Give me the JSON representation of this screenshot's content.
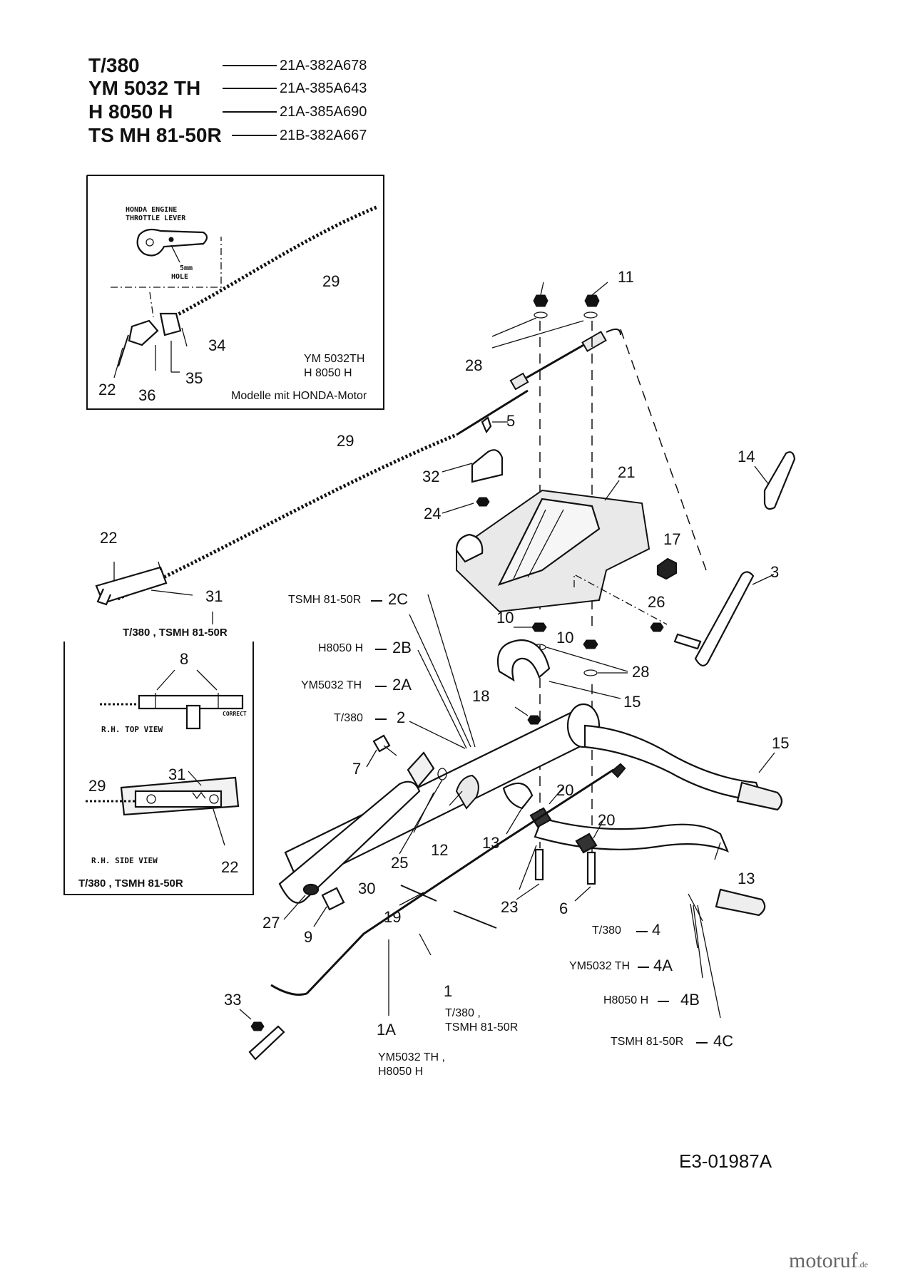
{
  "header": {
    "models": [
      {
        "model": "T/380",
        "part": "21A-382A678"
      },
      {
        "model": "YM 5032 TH",
        "part": "21A-385A643"
      },
      {
        "model": "H 8050 H",
        "part": "21A-385A690"
      },
      {
        "model": "TS MH 81-50R",
        "part": "21B-382A667"
      }
    ]
  },
  "inset_honda": {
    "micro_labels": [
      "HONDA ENGINE",
      "THROTTLE LEVER",
      "5mm",
      "HOLE"
    ],
    "models": [
      "YM 5032TH",
      "H 8050 H"
    ],
    "caption": "Modelle mit HONDA-Motor",
    "callouts": [
      "29",
      "34",
      "35",
      "36",
      "22"
    ]
  },
  "inset_rh": {
    "top_view_label": "R.H. TOP VIEW",
    "side_view_label": "R.H. SIDE VIEW",
    "callouts": [
      "8",
      "31",
      "29",
      "22"
    ],
    "caption": "T/380 , TSMH 81-50R",
    "note": "CORRECT"
  },
  "main": {
    "callouts": [
      "11",
      "28",
      "5",
      "29",
      "32",
      "24",
      "21",
      "14",
      "17",
      "3",
      "22",
      "31",
      "26",
      "10",
      "10",
      "28",
      "15",
      "18",
      "15",
      "7",
      "20",
      "20",
      "13",
      "12",
      "25",
      "30",
      "23",
      "6",
      "13",
      "27",
      "9",
      "19",
      "1",
      "1A",
      "33"
    ],
    "callout_31_caption": "T/380 , TSMH 81-50R",
    "variants_2": [
      {
        "model": "TSMH 81-50R",
        "code": "2C"
      },
      {
        "model": "H8050 H",
        "code": "2B"
      },
      {
        "model": "YM5032 TH",
        "code": "2A"
      },
      {
        "model": "T/380",
        "code": "2"
      }
    ],
    "variants_4": [
      {
        "model": "T/380",
        "code": "4"
      },
      {
        "model": "YM5032 TH",
        "code": "4A"
      },
      {
        "model": "H8050 H",
        "code": "4B"
      },
      {
        "model": "TSMH 81-50R",
        "code": "4C"
      }
    ],
    "cable_1_models": [
      "T/380 ,",
      "TSMH 81-50R"
    ],
    "cable_1a_models": [
      "YM5032 TH ,",
      "H8050 H"
    ]
  },
  "footer": {
    "drawing_code": "E3-01987A",
    "logo_text": "motoruf",
    "logo_suffix": ".de"
  }
}
